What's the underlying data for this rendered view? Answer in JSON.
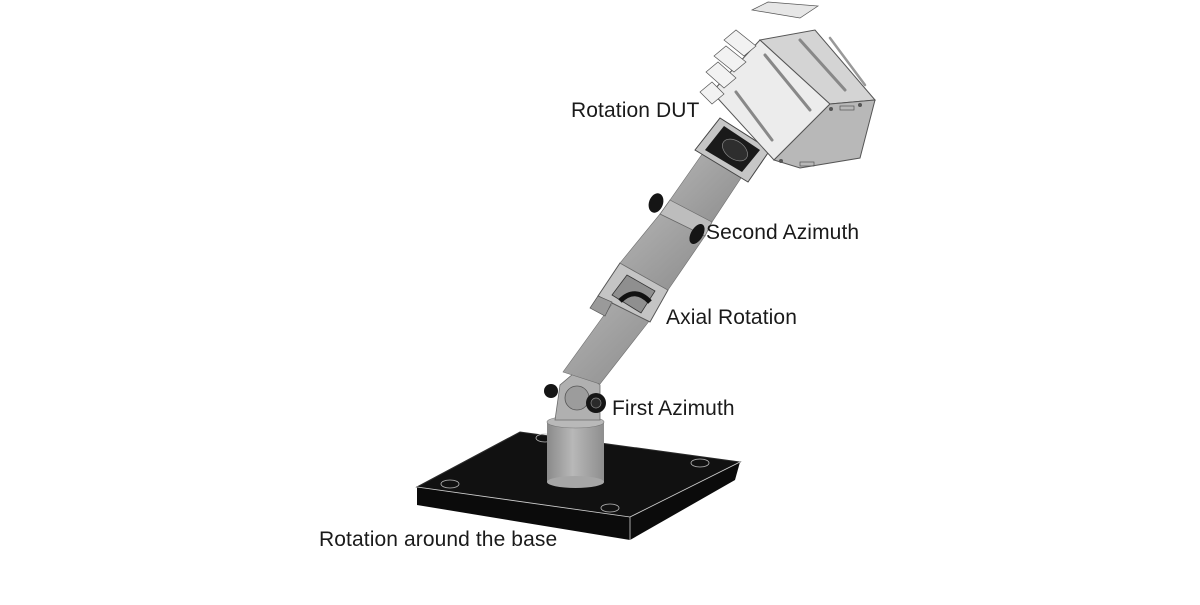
{
  "figure": {
    "type": "mechanical-positioner-diagram",
    "background": "#ffffff",
    "colors": {
      "base_plate": "#0c0c0c",
      "tube": "#a9a9a9",
      "tube_shade": "#8c8c8c",
      "joint_black": "#141414",
      "dut_housing": "#e8e8e8",
      "dut_shade": "#bdbdbd",
      "text": "#1a1a1a"
    }
  },
  "labels": {
    "rotation_dut": "Rotation DUT",
    "second_azimuth": "Second Azimuth",
    "axial_rotation": "Axial Rotation",
    "first_azimuth": "First Azimuth",
    "rotation_base": "Rotation around the base"
  }
}
